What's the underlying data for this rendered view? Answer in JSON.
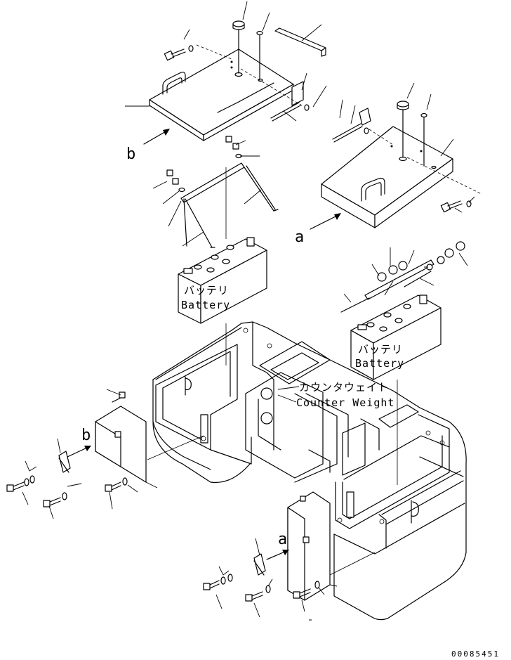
{
  "labels": {
    "battery_left_jp": "バッテリ",
    "battery_left_en": "Battery",
    "battery_right_jp": "バッテリ",
    "battery_right_en": "Battery",
    "counterweight_jp": "カウンタウェイト",
    "counterweight_en": "Counter Weight",
    "ref_b_top": "b",
    "ref_a_top": "a",
    "ref_b_left": "b",
    "ref_a_bottom": "a",
    "page_code": "00085451"
  },
  "icons": {
    "arrow": "arrow-icon",
    "bolt": "bolt-icon",
    "washer": "washer-icon"
  }
}
